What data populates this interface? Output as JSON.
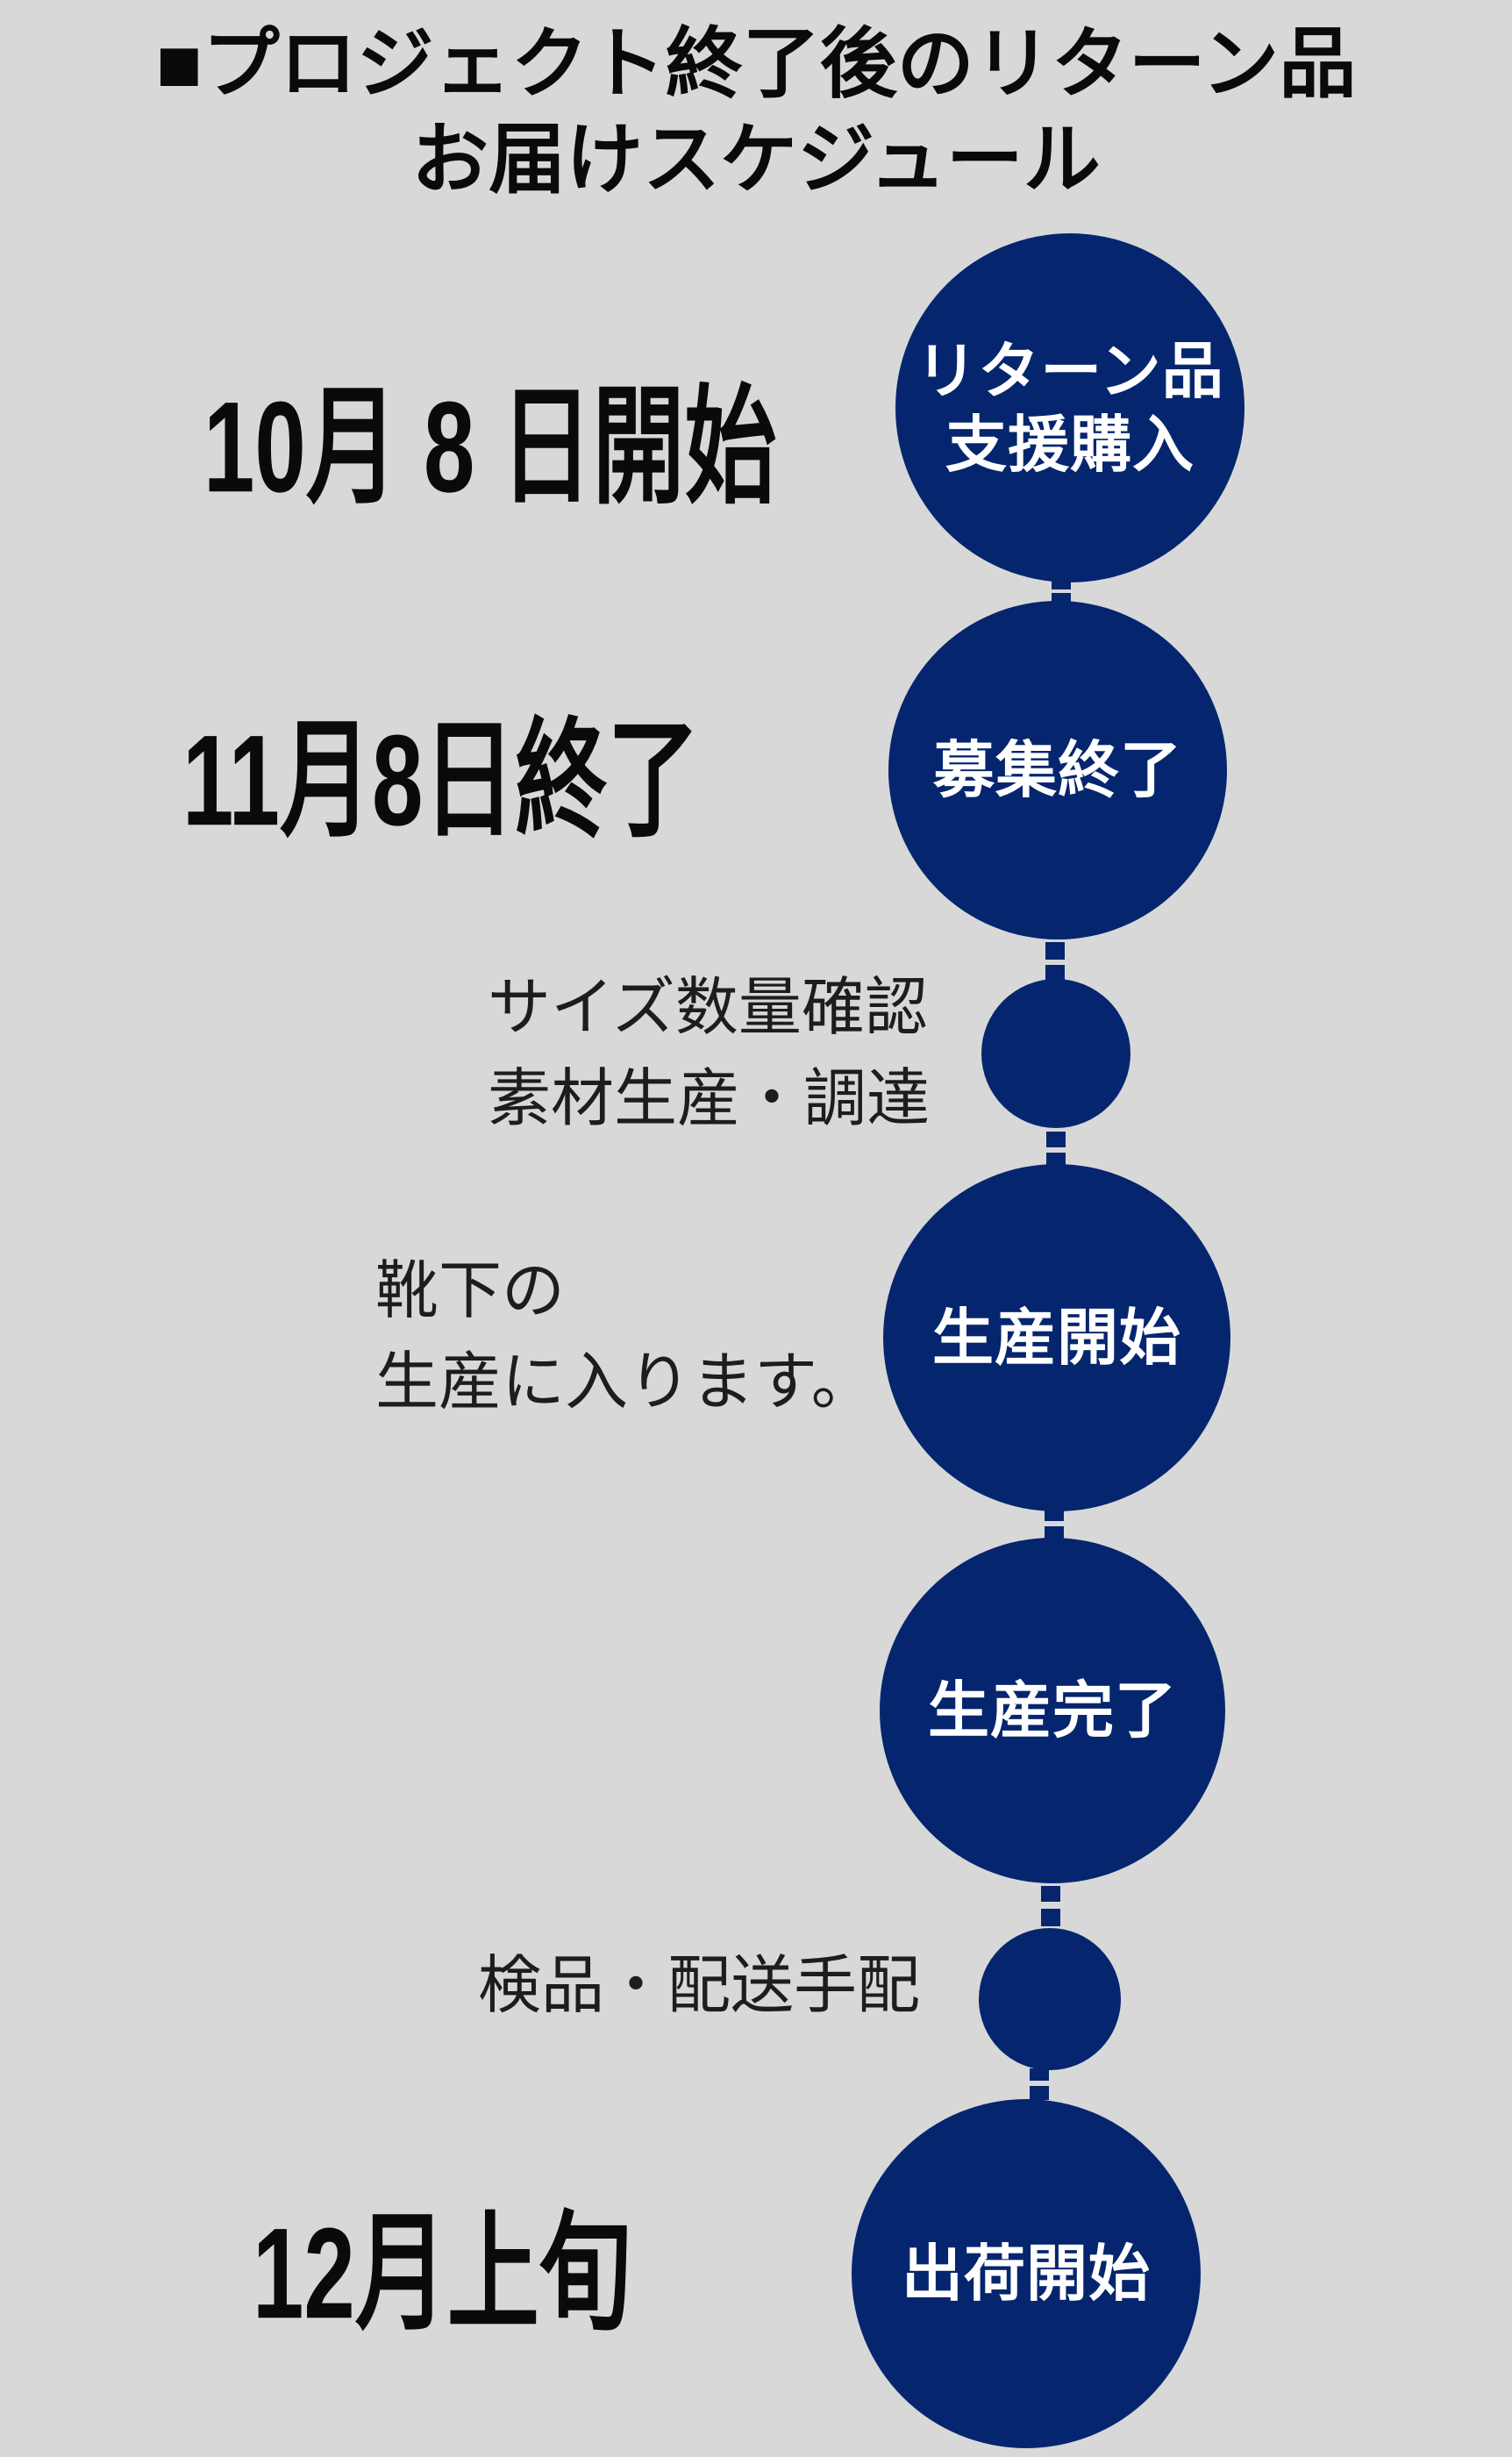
{
  "canvas": {
    "background_color": "#d8d8d8",
    "accent_navy": "#05266e",
    "circle_text_color": "#ffffff"
  },
  "title": {
    "line1": "■プロジェクト終了後のリターン品",
    "line2": "お届けスケジュール"
  },
  "steps": [
    {
      "key": "support-purchase",
      "circle_text": "リターン品\n支援購入",
      "label": "10月 8 日開始"
    },
    {
      "key": "recruit-end",
      "circle_text": "募集終了",
      "label": "11月8日終了"
    },
    {
      "key": "size-material",
      "circle_text": "",
      "label": "サイズ数量確認\n素材生産・調達"
    },
    {
      "key": "production-start",
      "circle_text": "生産開始",
      "label": "靴下の\n生産に入ります。"
    },
    {
      "key": "production-complete",
      "circle_text": "生産完了",
      "label": ""
    },
    {
      "key": "inspection-shipping",
      "circle_text": "",
      "label": "検品・配送手配"
    },
    {
      "key": "shipping-start",
      "circle_text": "出荷開始",
      "label": "12月上旬"
    }
  ]
}
